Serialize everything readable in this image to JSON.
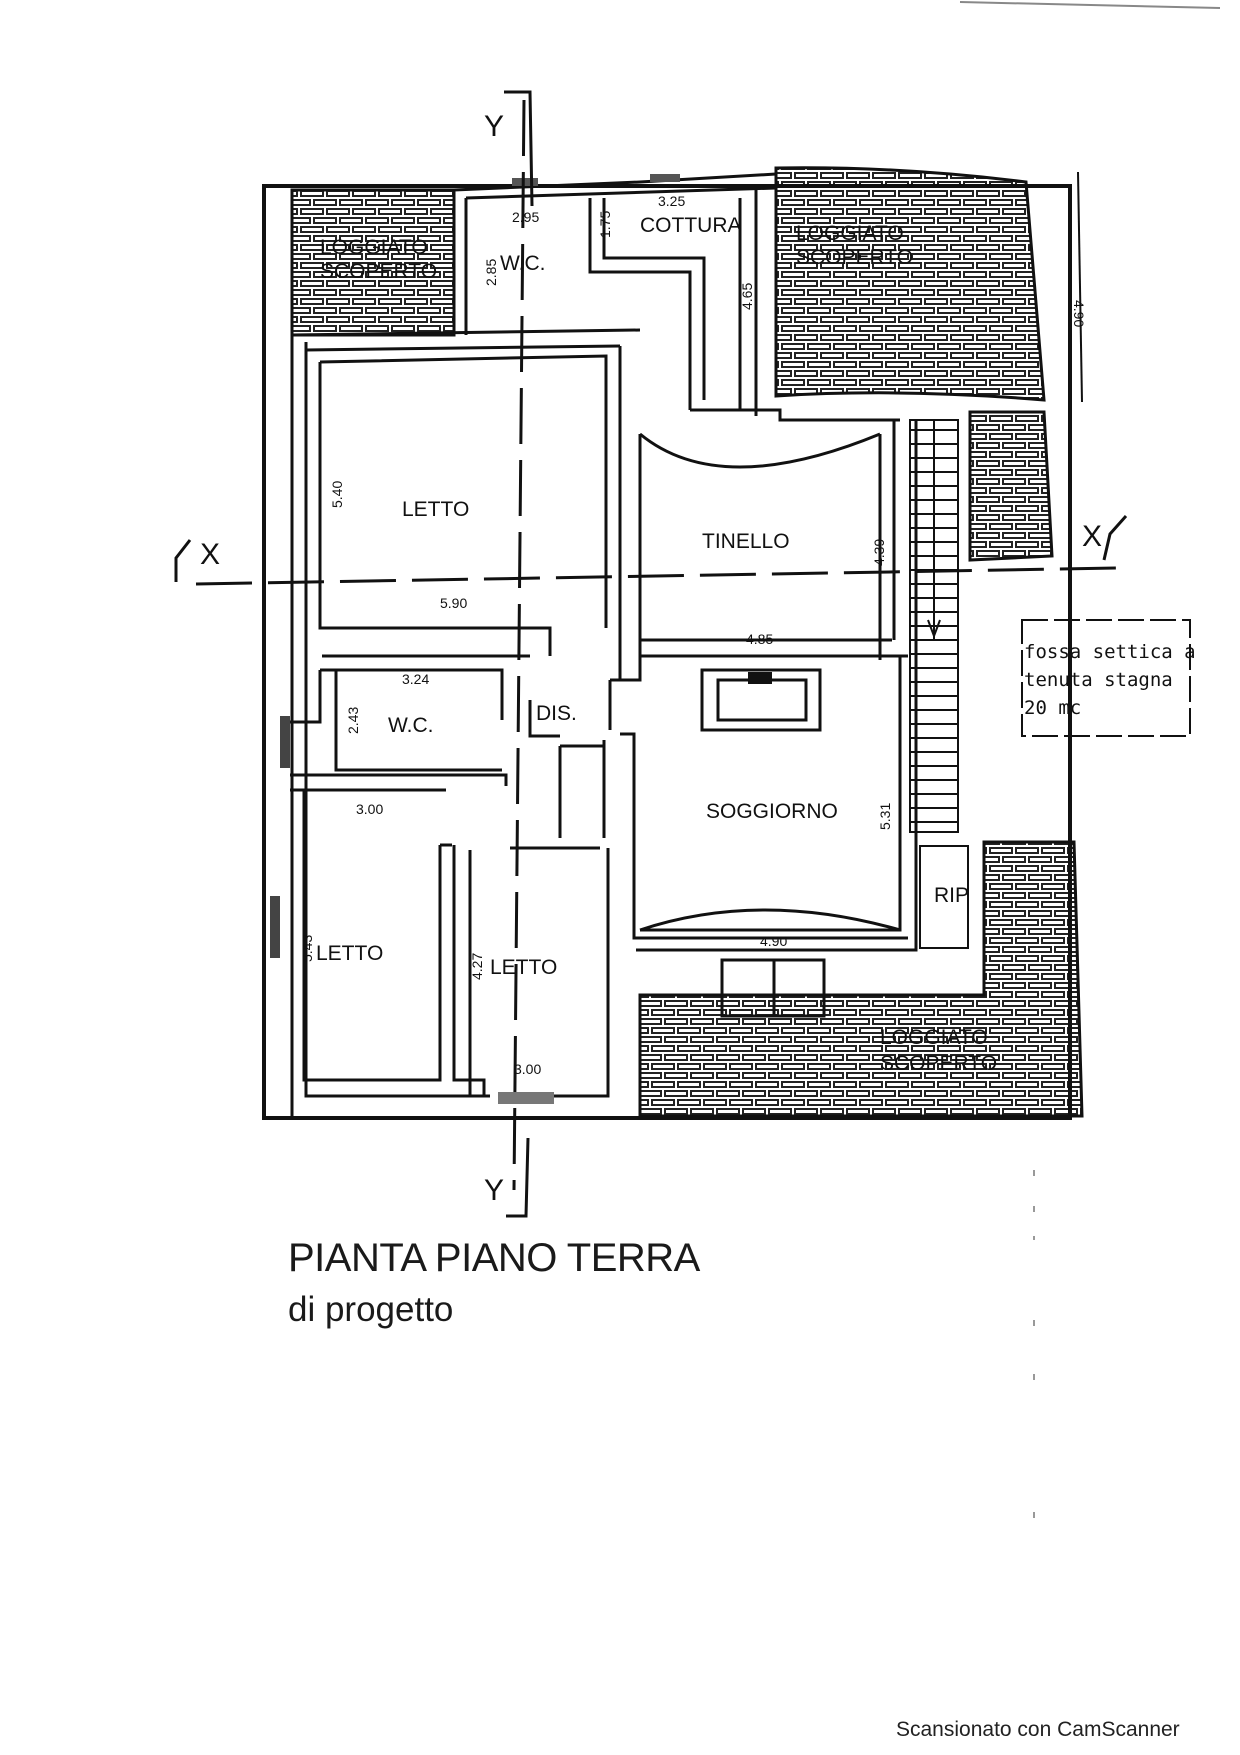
{
  "plan": {
    "title": "PIANTA PIANO TERRA",
    "subtitle": "di progetto",
    "axis_x": "X",
    "axis_y": "Y",
    "rooms": {
      "loggia_tl_1": "LOGGIATO",
      "loggia_tl_2": "SCOPERTO",
      "wc_top": "W.C.",
      "cottura": "COTTURA",
      "loggia_tr_1": "LOGGIATO",
      "loggia_tr_2": "SCOPERTO",
      "letto_top": "LETTO",
      "tinello": "TINELLO",
      "wc_mid": "W.C.",
      "dis": "DIS.",
      "soggiorno": "SOGGIORNO",
      "rip": "RIP",
      "letto_left": "LETTO",
      "letto_mid": "LETTO",
      "loggia_br_1": "LOGGIATO",
      "loggia_br_2": "SCOPERTO"
    },
    "dimensions": {
      "d_295": "2.95",
      "d_325": "3.25",
      "d_175": "1.75",
      "d_285": "2.85",
      "d_465": "4.65",
      "d_490_right": "4.90",
      "d_540": "5.40",
      "d_590": "5.90",
      "d_439": "4.39",
      "d_485": "4.85",
      "d_324": "3.24",
      "d_243": "2.43",
      "d_300_top": "3.00",
      "d_531": "5.31",
      "d_543": "5.43",
      "d_427": "4.27",
      "d_490_bottom": "4.90",
      "d_300_bottom": "3.00"
    },
    "note": {
      "line1": "fossa settica a",
      "line2": "tenuta stagna",
      "line3": "20 mc"
    }
  },
  "footer": {
    "text": "Scansionato con CamScanner"
  }
}
